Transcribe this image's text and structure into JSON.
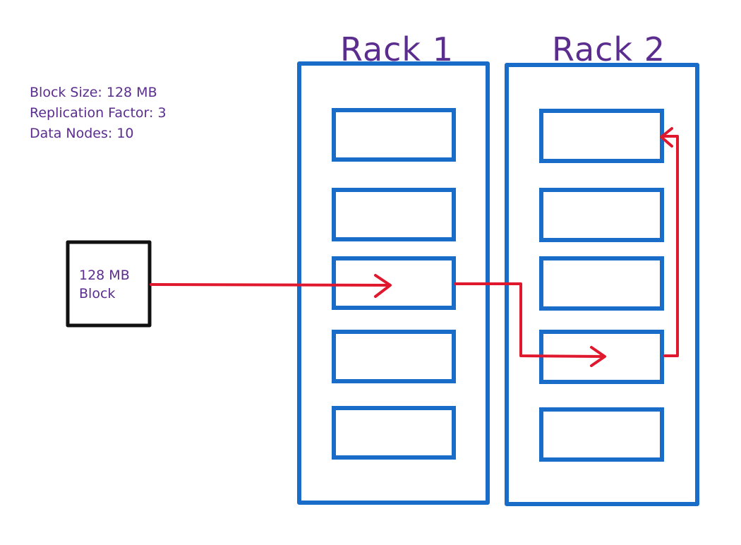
{
  "info": {
    "lines": [
      "Block Size: 128 MB",
      "Replication Factor: 3",
      "Data Nodes: 10"
    ]
  },
  "block": {
    "label_line1": "128 MB",
    "label_line2": "Block"
  },
  "racks": [
    {
      "title": "Rack 1",
      "node_count": 5
    },
    {
      "title": "Rack 2",
      "node_count": 5
    }
  ],
  "replicas": [
    {
      "rack": 1,
      "node": 3
    },
    {
      "rack": 2,
      "node": 4
    },
    {
      "rack": 2,
      "node": 1
    }
  ],
  "colors": {
    "rack_outline": "#1a6cc9",
    "arrow": "#e0182d",
    "block_outline": "#111111",
    "text": "#5b2d8f"
  }
}
